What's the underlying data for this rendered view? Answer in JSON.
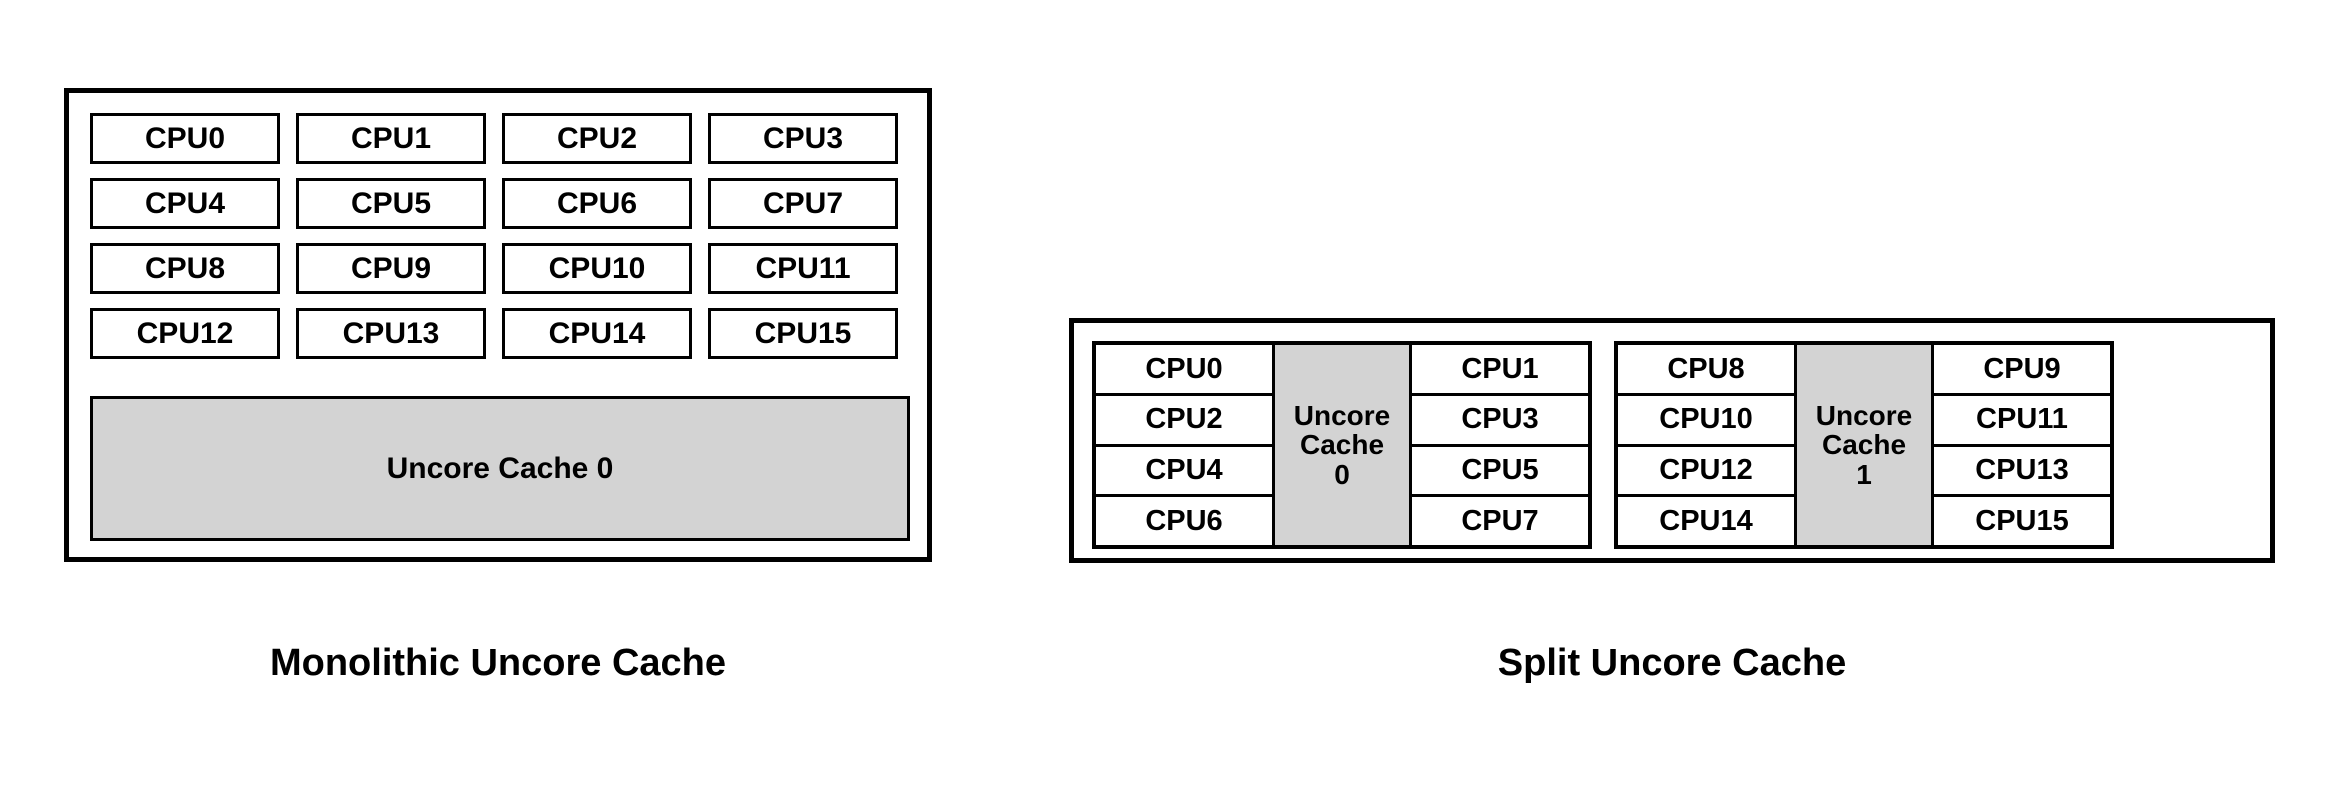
{
  "diagram": {
    "title_shown": false,
    "colors": {
      "cache_fill": "#d3d3d3",
      "cell_fill": "#ffffff",
      "stroke": "#000000",
      "background": "#ffffff"
    },
    "panels": [
      {
        "id": "monolithic",
        "caption": "Monolithic Uncore Cache",
        "cpus": [
          "CPU0",
          "CPU1",
          "CPU2",
          "CPU3",
          "CPU4",
          "CPU5",
          "CPU6",
          "CPU7",
          "CPU8",
          "CPU9",
          "CPU10",
          "CPU11",
          "CPU12",
          "CPU13",
          "CPU14",
          "CPU15"
        ],
        "cache": "Uncore Cache 0"
      },
      {
        "id": "split",
        "caption": "Split Uncore Cache",
        "groups": [
          {
            "left_cpus": [
              "CPU0",
              "CPU2",
              "CPU4",
              "CPU6"
            ],
            "cache": "Uncore Cache 0",
            "cache_lines": [
              "Uncore",
              "Cache",
              "0"
            ],
            "right_cpus": [
              "CPU1",
              "CPU3",
              "CPU5",
              "CPU7"
            ]
          },
          {
            "left_cpus": [
              "CPU8",
              "CPU10",
              "CPU12",
              "CPU14"
            ],
            "cache": "Uncore Cache 1",
            "cache_lines": [
              "Uncore",
              "Cache",
              "1"
            ],
            "right_cpus": [
              "CPU9",
              "CPU11",
              "CPU13",
              "CPU15"
            ]
          }
        ]
      }
    ]
  }
}
